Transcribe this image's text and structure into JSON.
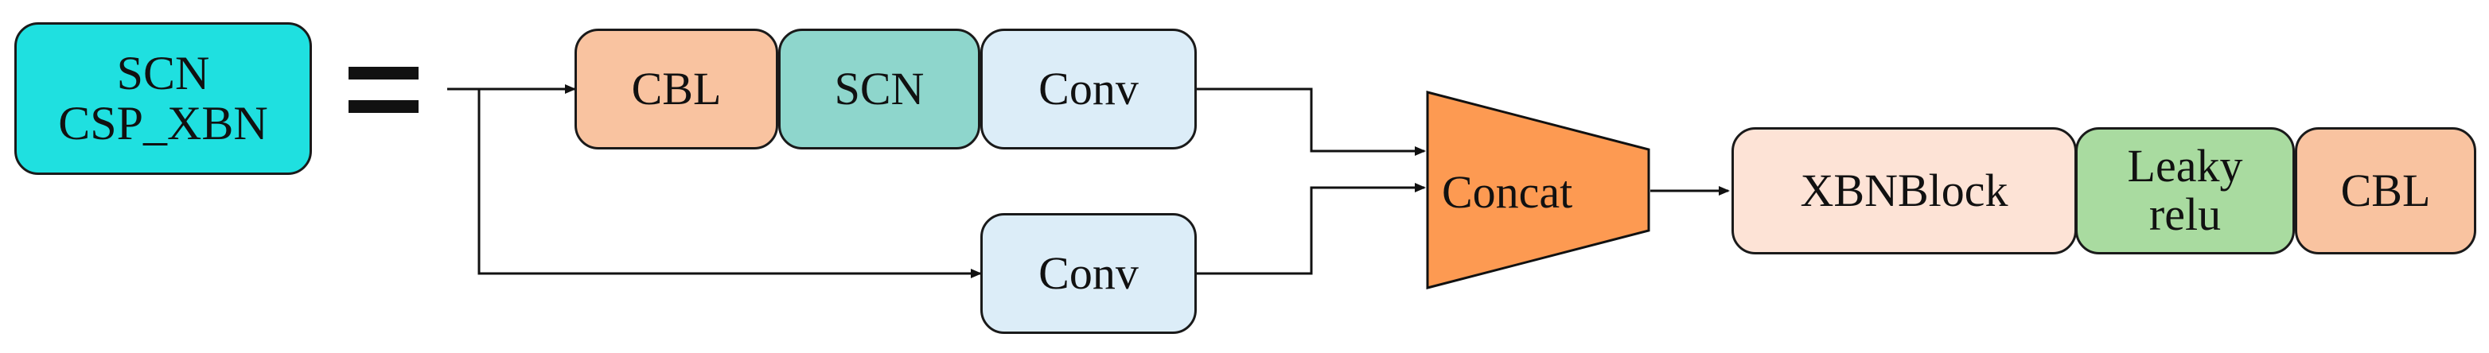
{
  "title_block": {
    "line1": "SCN",
    "line2": "CSP_XBN",
    "color": "#1fe0e0"
  },
  "equals_sign": "=",
  "branch_top": {
    "cbl": {
      "label": "CBL",
      "color": "#f9c3a0"
    },
    "scn": {
      "label": "SCN",
      "color": "#8ed6cc"
    },
    "conv": {
      "label": "Conv",
      "color": "#dcedf8"
    }
  },
  "branch_bottom": {
    "conv": {
      "label": "Conv",
      "color": "#dcedf8"
    }
  },
  "concat": {
    "label": "Concat",
    "color": "#fd9a52"
  },
  "output_chain": {
    "xbnblock": {
      "label": "XBNBlock",
      "color": "#fde3d6"
    },
    "leaky": {
      "line1": "Leaky",
      "line2": "relu",
      "color": "#a9dba0"
    },
    "cbl": {
      "label": "CBL",
      "color": "#f9c3a0"
    }
  }
}
